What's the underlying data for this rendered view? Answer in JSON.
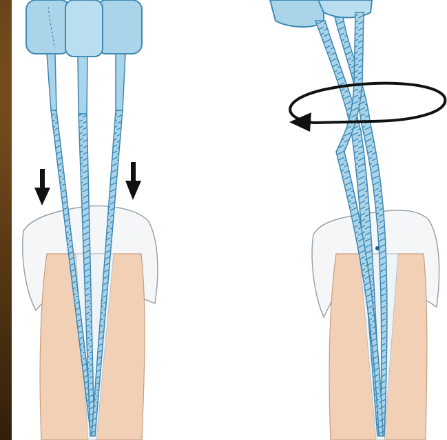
{
  "figure": {
    "background_color": "#ffffff",
    "frame_color": "#5a3a16",
    "instrument_color": "#a9d4ea",
    "instrument_stroke": "#3f89b3",
    "crown_color": "#f4f6f8",
    "root_color": "#f2d0b5",
    "arrow_color": "#111111"
  },
  "panels": [
    {
      "name": "left",
      "technique": "straight-insertion"
    },
    {
      "name": "right",
      "technique": "twisted-rotation"
    }
  ]
}
